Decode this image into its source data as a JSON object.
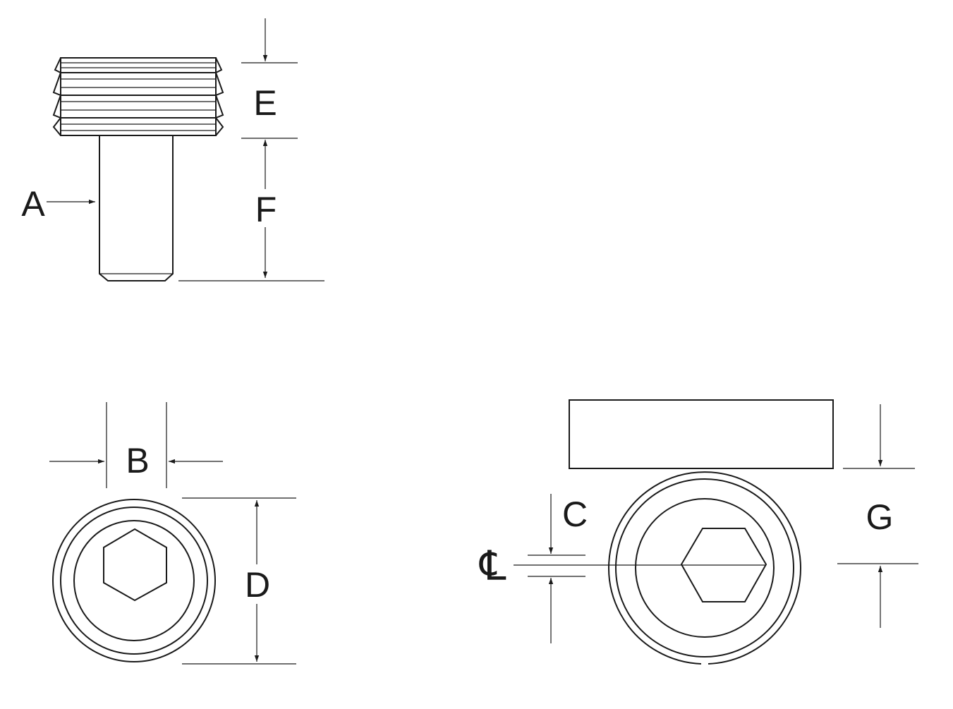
{
  "diagram": {
    "labels": {
      "A": "A",
      "B": "B",
      "C": "C",
      "D": "D",
      "E": "E",
      "F": "F",
      "G": "G",
      "centerline": "℄"
    },
    "colors": {
      "line": "#1a1a1a",
      "background": "#ffffff"
    }
  }
}
